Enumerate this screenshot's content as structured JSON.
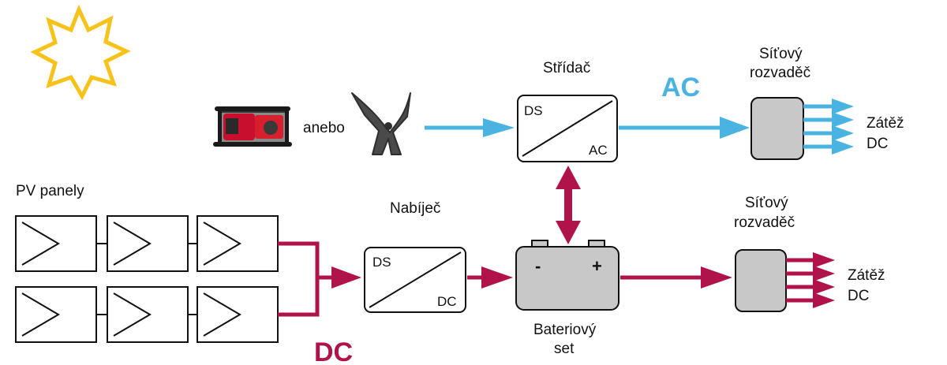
{
  "colors": {
    "ac": "#4ab3e2",
    "dc": "#b0124a",
    "sun": "#f7c21a",
    "box_fill": "#c8c8c8",
    "stroke": "#111111"
  },
  "labels": {
    "strida": "Střídač",
    "ac_big": "AC",
    "dc_big": "DC",
    "sitovy": "Síťový",
    "rozvadec": "rozvaděč",
    "zatez": "Zátěž",
    "zatez_dc": "DC",
    "anebo": "anebo",
    "pv": "PV panely",
    "nabijec": "Nabíječ",
    "bat1": "Bateriový",
    "bat2": "set"
  },
  "inverter": {
    "in_label": "DS",
    "out_label": "AC"
  },
  "charger": {
    "in_label": "DS",
    "out_label": "DC"
  },
  "battery": {
    "minus": "-",
    "plus": "+"
  },
  "icons": [
    "sun-icon",
    "generator-icon",
    "wind-turbine-icon"
  ]
}
